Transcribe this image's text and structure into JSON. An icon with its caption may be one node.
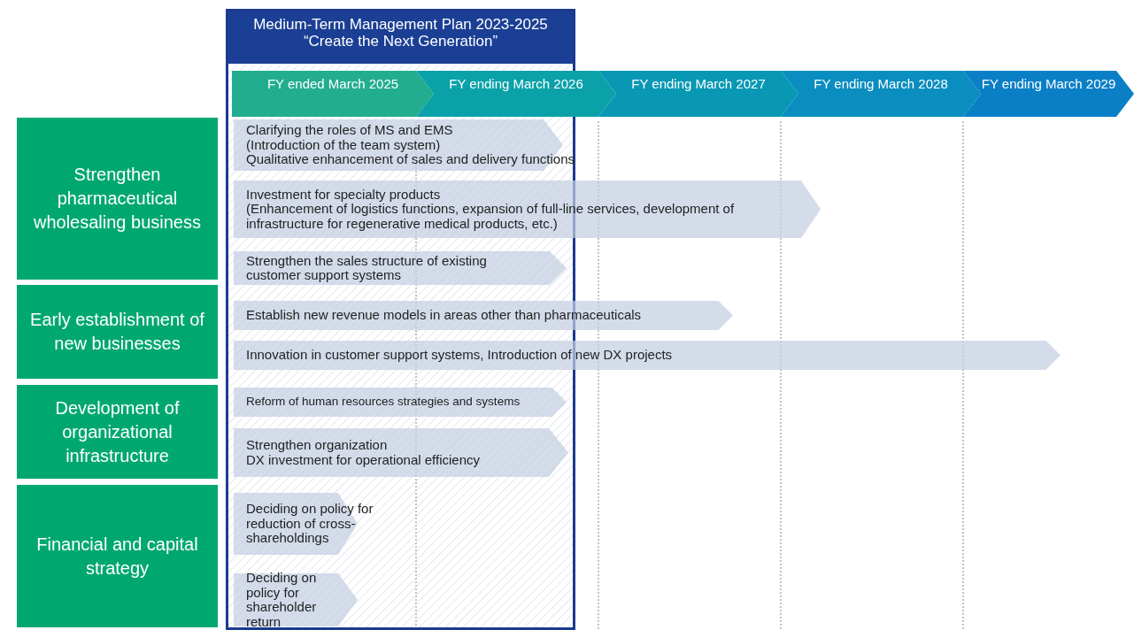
{
  "diagram": {
    "nodes": [
      {
        "text": [
          "Medium-Term Management Plan 2023-2025 “Create the Next Generation”"
        ]
      },
      {
        "text": [
          "FY ended March 2025"
        ],
        "in": 0
      },
      {
        "text": [
          "FY ending March 2026"
        ]
      },
      {
        "text": [
          "FY ending March 2027"
        ]
      },
      {
        "text": [
          "FY ending March 2028"
        ]
      },
      {
        "text": [
          "FY ending March 2029"
        ]
      },
      {
        "text": [
          "Strengthen pharmaceutical wholesaling business"
        ]
      },
      {
        "text": [
          "Clarifying the roles of MS and EMS (Introduction of the team system)",
          "Qualitative enhancement of sales and delivery functions"
        ],
        "in": 0
      },
      {
        "text": [
          "Investment for specialty products",
          "(Enhancement of logistics functions, expansion of full-line services, development of infrastructure for regenerative medical products, etc.)"
        ]
      },
      {
        "text": [
          "Strengthen the sales structure of existing customer support systems"
        ],
        "in": 0
      },
      {
        "text": [
          "Early establishment of new businesses"
        ]
      },
      {
        "text": [
          "Establish new revenue models in areas other than pharmaceuticals"
        ]
      },
      {
        "text": [
          "Innovation in customer support systems, Introduction of new DX projects"
        ]
      },
      {
        "text": [
          "Development of organizational infrastructure"
        ]
      },
      {
        "text": [
          "Reform of human resources strategies and systems"
        ],
        "in": 0
      },
      {
        "text": [
          "Strengthen organization",
          "DX investment for operational efficiency"
        ],
        "in": 0
      },
      {
        "text": [
          "Financial and capital strategy"
        ]
      },
      {
        "text": [
          "Deciding on policy for reduction of cross-shareholdings"
        ],
        "in": 0
      },
      {
        "text": [
          "Deciding on policy for shareholder return"
        ],
        "in": 0
      }
    ]
  }
}
